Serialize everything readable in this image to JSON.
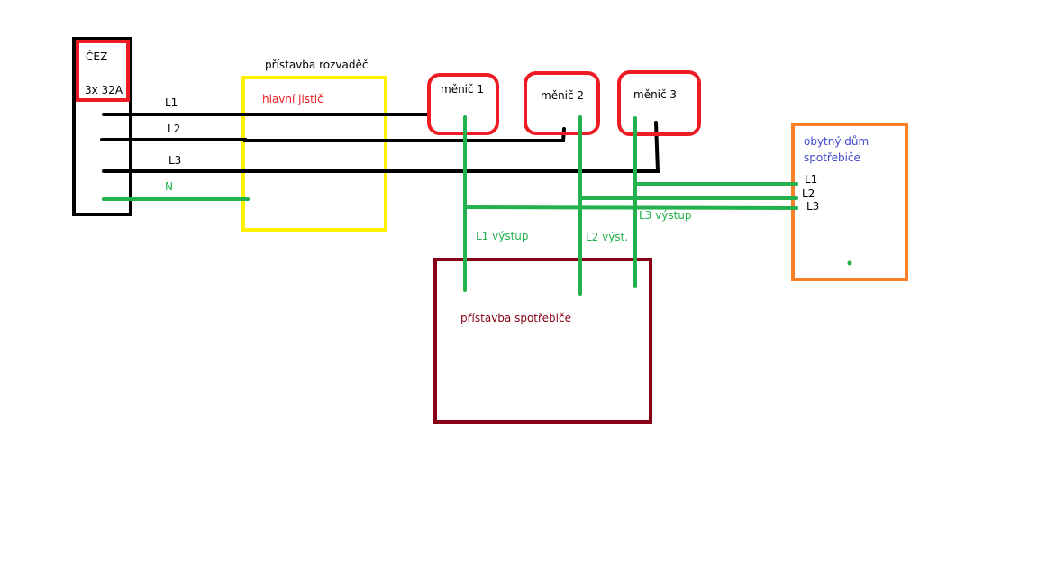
{
  "colors": {
    "black": "#000000",
    "red": "#ed1c24",
    "yellow": "#fff200",
    "green": "#22b14c",
    "orange": "#ff7f27",
    "darkred": "#880015",
    "blue": "#3f48cc"
  },
  "cez": {
    "title": "ČEZ",
    "rating": "3x 32A"
  },
  "phases": {
    "l1": "L1",
    "l2": "L2",
    "l3": "L3",
    "n": "N"
  },
  "switchboard": {
    "title": "přístavba rozvaděč",
    "main_breaker": "hlavní jistič"
  },
  "inverters": [
    "měnič 1",
    "měnič 2",
    "měnič 3"
  ],
  "outputs": {
    "l1": "L1 výstup",
    "l2": "L2 výst.",
    "l3": "L3 výstup"
  },
  "house": {
    "title_line1": "obytný dům",
    "title_line2": "spotřebiče",
    "l1": "L1",
    "l2": "L2",
    "l3": "L3"
  },
  "extension_loads": {
    "title": "přístavba spotřebiče"
  }
}
